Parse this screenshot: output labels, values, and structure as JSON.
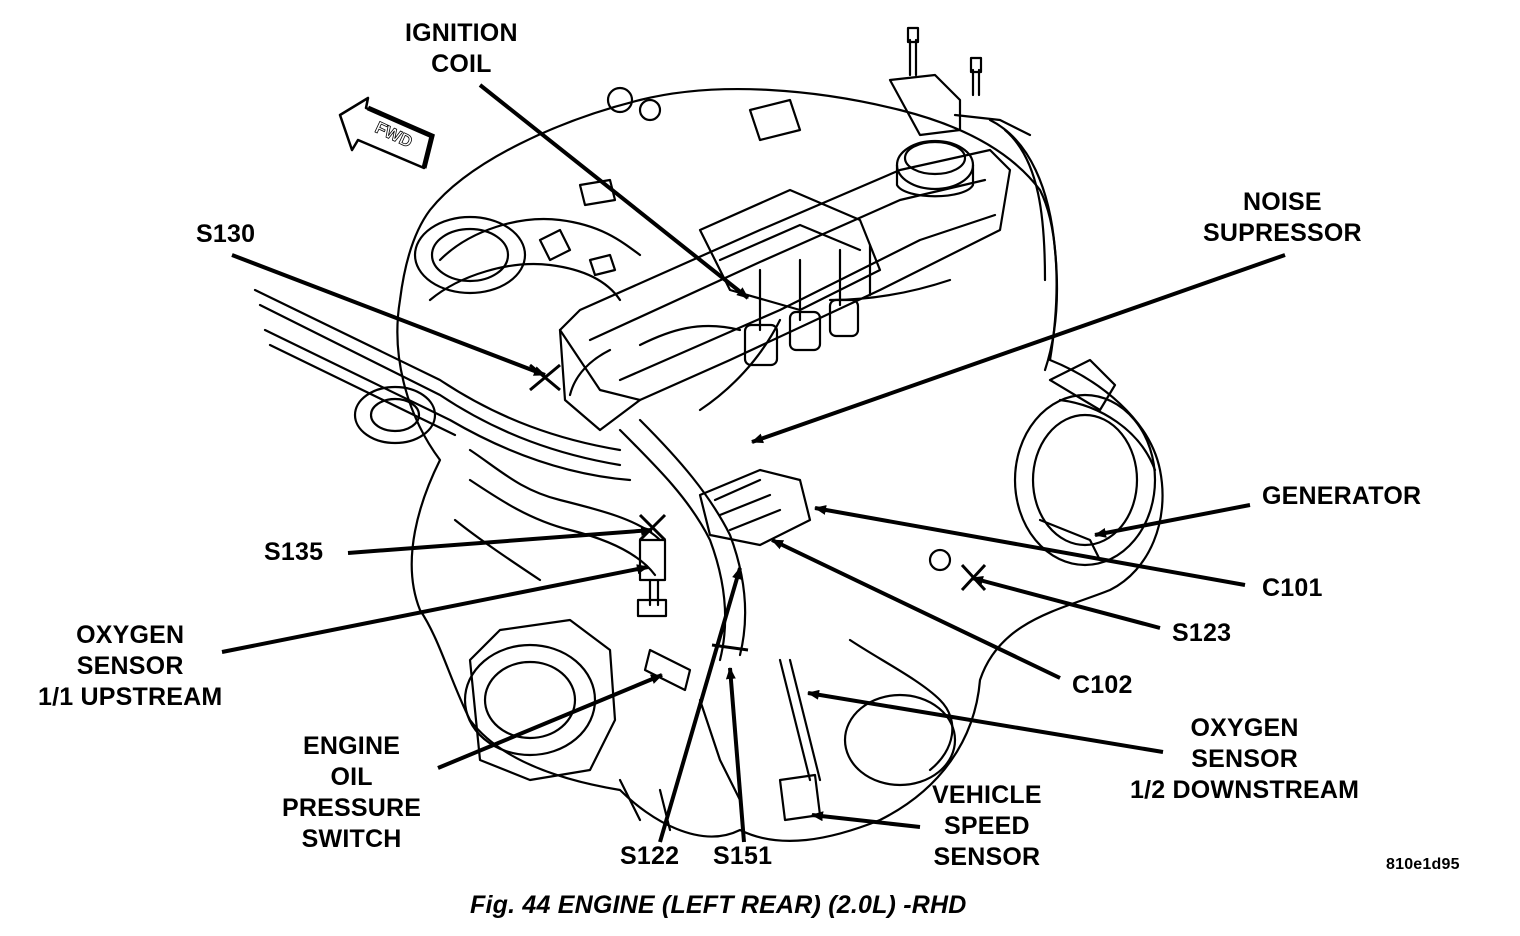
{
  "labels": {
    "ignition_coil": [
      "IGNITION",
      "COIL"
    ],
    "noise_supressor": [
      "NOISE",
      "SUPRESSOR"
    ],
    "s130": "S130",
    "generator": "GENERATOR",
    "s135": "S135",
    "c101": "C101",
    "s123": "S123",
    "oxygen_upstream": [
      "OXYGEN",
      "SENSOR",
      "1/1 UPSTREAM"
    ],
    "c102": "C102",
    "oxygen_downstream": [
      "OXYGEN",
      "SENSOR",
      "1/2 DOWNSTREAM"
    ],
    "engine_oil": [
      "ENGINE",
      "OIL",
      "PRESSURE",
      "SWITCH"
    ],
    "vehicle_speed": [
      "VEHICLE",
      "SPEED",
      "SENSOR"
    ],
    "s122": "S122",
    "s151": "S151"
  },
  "fwd_arrow": "FWD",
  "figure_code": "810e1d95",
  "caption": "Fig. 44 ENGINE (LEFT REAR) (2.0L) -RHD"
}
